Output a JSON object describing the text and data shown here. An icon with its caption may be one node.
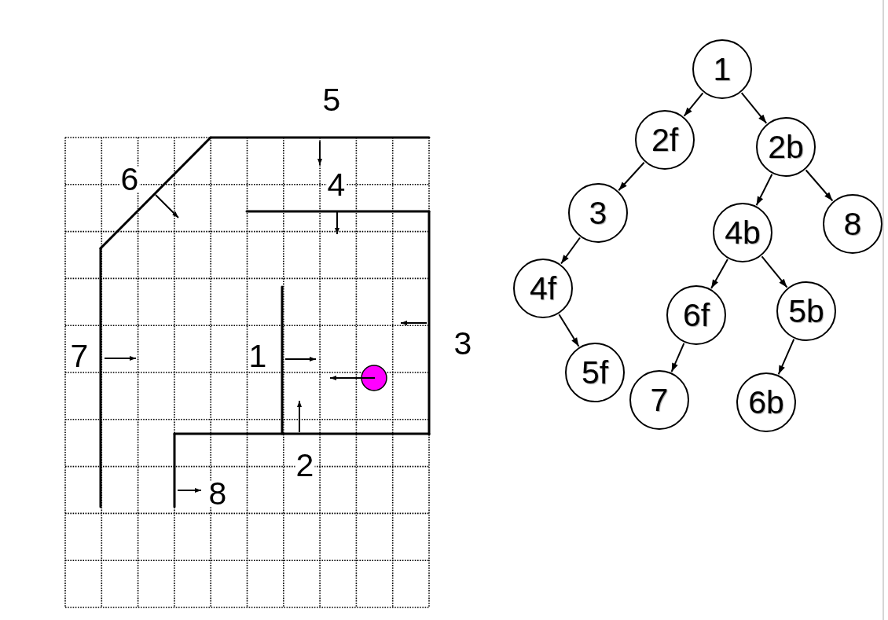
{
  "diagram": {
    "nodes": [
      {
        "text": [
          "1"
        ]
      },
      {
        "text": [
          "2f"
        ]
      },
      {
        "text": [
          "2b"
        ]
      },
      {
        "text": [
          "3"
        ]
      },
      {
        "text": [
          "4b"
        ]
      },
      {
        "text": [
          "8"
        ]
      },
      {
        "text": [
          "4f"
        ]
      },
      {
        "text": [
          "6f"
        ]
      },
      {
        "text": [
          "5b"
        ]
      },
      {
        "text": [
          "5f"
        ]
      },
      {
        "text": [
          "7"
        ]
      },
      {
        "text": [
          "6b"
        ]
      }
    ],
    "edges": [
      {
        "from": 0,
        "to": 1,
        "arrow": "to"
      },
      {
        "from": 0,
        "to": 2,
        "arrow": "to"
      },
      {
        "from": 1,
        "to": 3,
        "arrow": "to"
      },
      {
        "from": 2,
        "to": 4,
        "arrow": "to"
      },
      {
        "from": 2,
        "to": 5,
        "arrow": "to"
      },
      {
        "from": 3,
        "to": 6,
        "arrow": "to"
      },
      {
        "from": 4,
        "to": 7,
        "arrow": "to"
      },
      {
        "from": 4,
        "to": 8,
        "arrow": "to"
      },
      {
        "from": 6,
        "to": 9,
        "arrow": "to"
      },
      {
        "from": 7,
        "to": 10,
        "arrow": "to"
      },
      {
        "from": 8,
        "to": 11,
        "arrow": "to"
      }
    ],
    "labels": [
      "5",
      "6",
      "4",
      "3",
      "7",
      "1",
      "2",
      "8"
    ]
  }
}
